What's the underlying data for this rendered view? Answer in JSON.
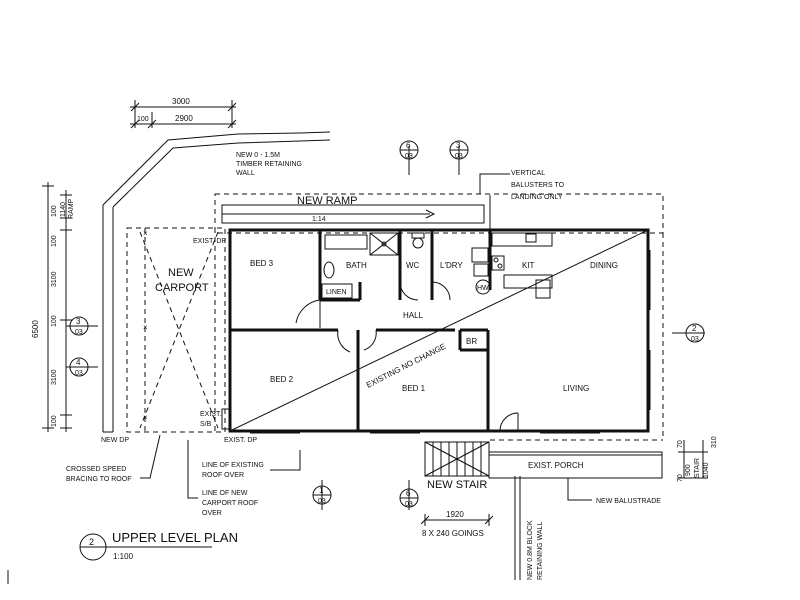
{
  "dimensions": {
    "top_3000": "3000",
    "top_100": "100",
    "top_2900": "2900",
    "left_6500": "6500",
    "left_1140": "1140",
    "left_100a": "100",
    "left_100b": "100",
    "left_3100a": "3100",
    "left_100c": "100",
    "left_3100b": "3100",
    "left_100d": "100",
    "ramp_label": "RAMP",
    "stair_1920": "1920",
    "goings": "8 X 240 GOINGS",
    "right_70": "70",
    "right_900": "900",
    "right_70b": "70",
    "right_310": "310",
    "right_stair": "STAIR",
    "right_1040": "1040"
  },
  "section_markers": {
    "number_3": "3",
    "number_4": "4",
    "number_6": "6",
    "number_2": "2",
    "number_1": "1",
    "sheet": "03"
  },
  "rooms": {
    "bed3": "BED 3",
    "bath": "BATH",
    "wc": "WC",
    "ldry": "L'DRY",
    "kit": "KIT",
    "dining": "DINING",
    "linen": "LINEN",
    "hall": "HALL",
    "br": "BR",
    "bed2": "BED 2",
    "bed1": "BED 1",
    "living": "LIVING",
    "existing_no_change": "EXISTING NO CHANGE",
    "hw": "HW"
  },
  "labels": {
    "new_ramp": "NEW RAMP",
    "ramp_ratio": "1:14",
    "new_carport_1": "NEW",
    "new_carport_2": "CARPORT",
    "retaining_1": "NEW 0 - 1.5M",
    "retaining_2": "TIMBER RETAINING",
    "retaining_3": "WALL",
    "balusters_1": "VERTICAL",
    "balusters_2": "BALUSTERS TO",
    "balusters_3": "LANDING ONLY",
    "exist_dp_top": "EXIST. DP",
    "exist_sb_1": "EXIST.",
    "exist_sb_2": "S/B",
    "exist_dp_bottom": "EXIST. DP",
    "new_dp": "NEW DP",
    "crossed_1": "CROSSED SPEED",
    "crossed_2": "BRACING TO ROOF",
    "line_existing_1": "LINE OF EXISTING",
    "line_existing_2": "ROOF OVER",
    "line_new_1": "LINE OF NEW",
    "line_new_2": "CARPORT ROOF",
    "line_new_3": "OVER",
    "new_stair": "NEW STAIR",
    "exist_porch": "EXIST. PORCH",
    "new_balustrade": "NEW BALUSTRADE",
    "block_wall_1": "NEW 0.8M BLOCK",
    "block_wall_2": "RETAINING WALL"
  },
  "title_block": {
    "number": "2",
    "title": "UPPER LEVEL PLAN",
    "scale": "1:100"
  }
}
